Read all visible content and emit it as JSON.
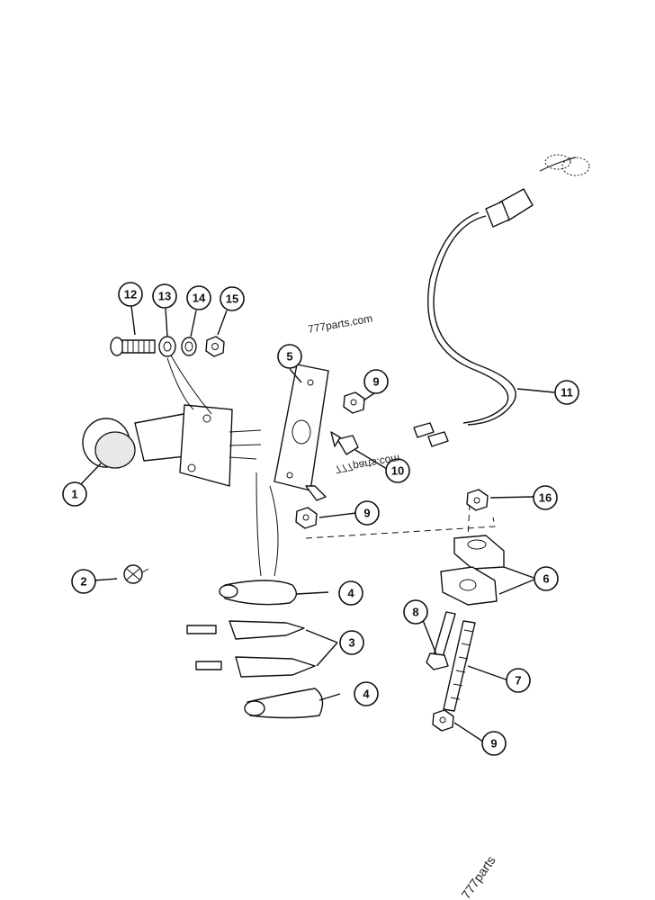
{
  "diagram": {
    "watermarks": [
      "777parts.com",
      "777parts.com",
      "777parts"
    ],
    "callouts": {
      "c1": "1",
      "c2": "2",
      "c3": "3",
      "c4a": "4",
      "c4b": "4",
      "c5": "5",
      "c6": "6",
      "c7": "7",
      "c8": "8",
      "c9a": "9",
      "c9b": "9",
      "c9c": "9",
      "c10": "10",
      "c11": "11",
      "c12": "12",
      "c13": "13",
      "c14": "14",
      "c15": "15",
      "c16": "16"
    }
  }
}
